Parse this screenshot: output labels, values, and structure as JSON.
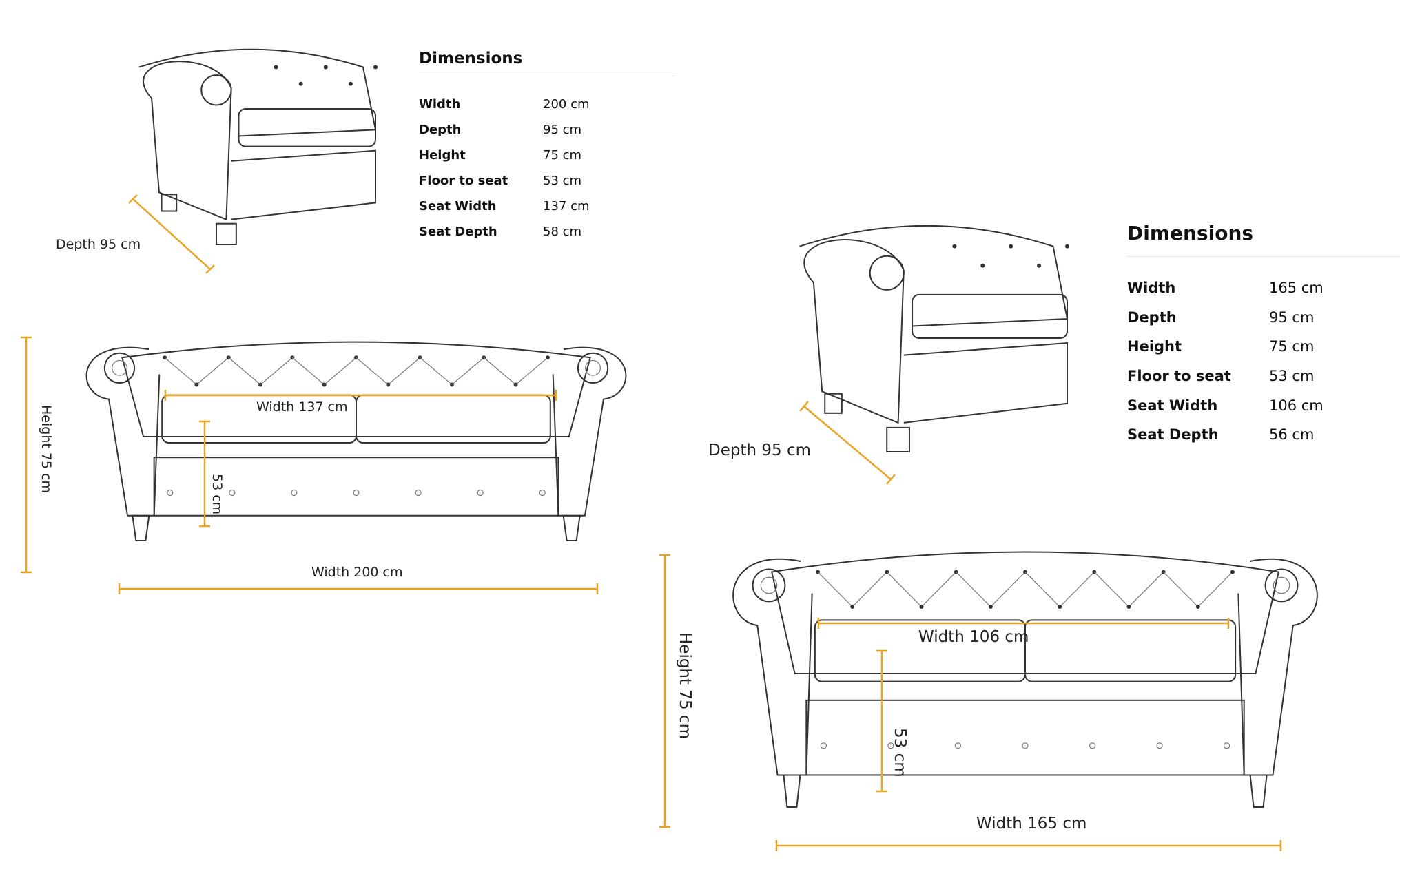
{
  "sofa_3_seater": {
    "table": {
      "title": "Dimensions",
      "rows": [
        {
          "label": "Width",
          "value": "200 cm"
        },
        {
          "label": "Depth",
          "value": "95 cm"
        },
        {
          "label": "Height",
          "value": "75 cm"
        },
        {
          "label": "Floor to seat",
          "value": "53 cm"
        },
        {
          "label": "Seat Width",
          "value": "137 cm"
        },
        {
          "label": "Seat Depth",
          "value": "58 cm"
        }
      ]
    },
    "annotations": {
      "depth": "Depth 95 cm",
      "height": "Height  75  cm",
      "seat_width": "Width 137 cm",
      "floor_to_seat": "53 cm",
      "width": "Width 200 cm"
    }
  },
  "sofa_2_seater": {
    "table": {
      "title": "Dimensions",
      "rows": [
        {
          "label": "Width",
          "value": "165 cm"
        },
        {
          "label": "Depth",
          "value": "95 cm"
        },
        {
          "label": "Height",
          "value": "75 cm"
        },
        {
          "label": "Floor to seat",
          "value": "53 cm"
        },
        {
          "label": "Seat Width",
          "value": "106 cm"
        },
        {
          "label": "Seat Depth",
          "value": "56 cm"
        }
      ]
    },
    "annotations": {
      "depth": "Depth 95 cm",
      "height": "Height  75  cm",
      "seat_width": "Width 106 cm",
      "floor_to_seat": "53 cm",
      "width": "Width 165 cm"
    }
  },
  "colors": {
    "dimension_line": "#e8a425",
    "sketch": "#333333"
  }
}
